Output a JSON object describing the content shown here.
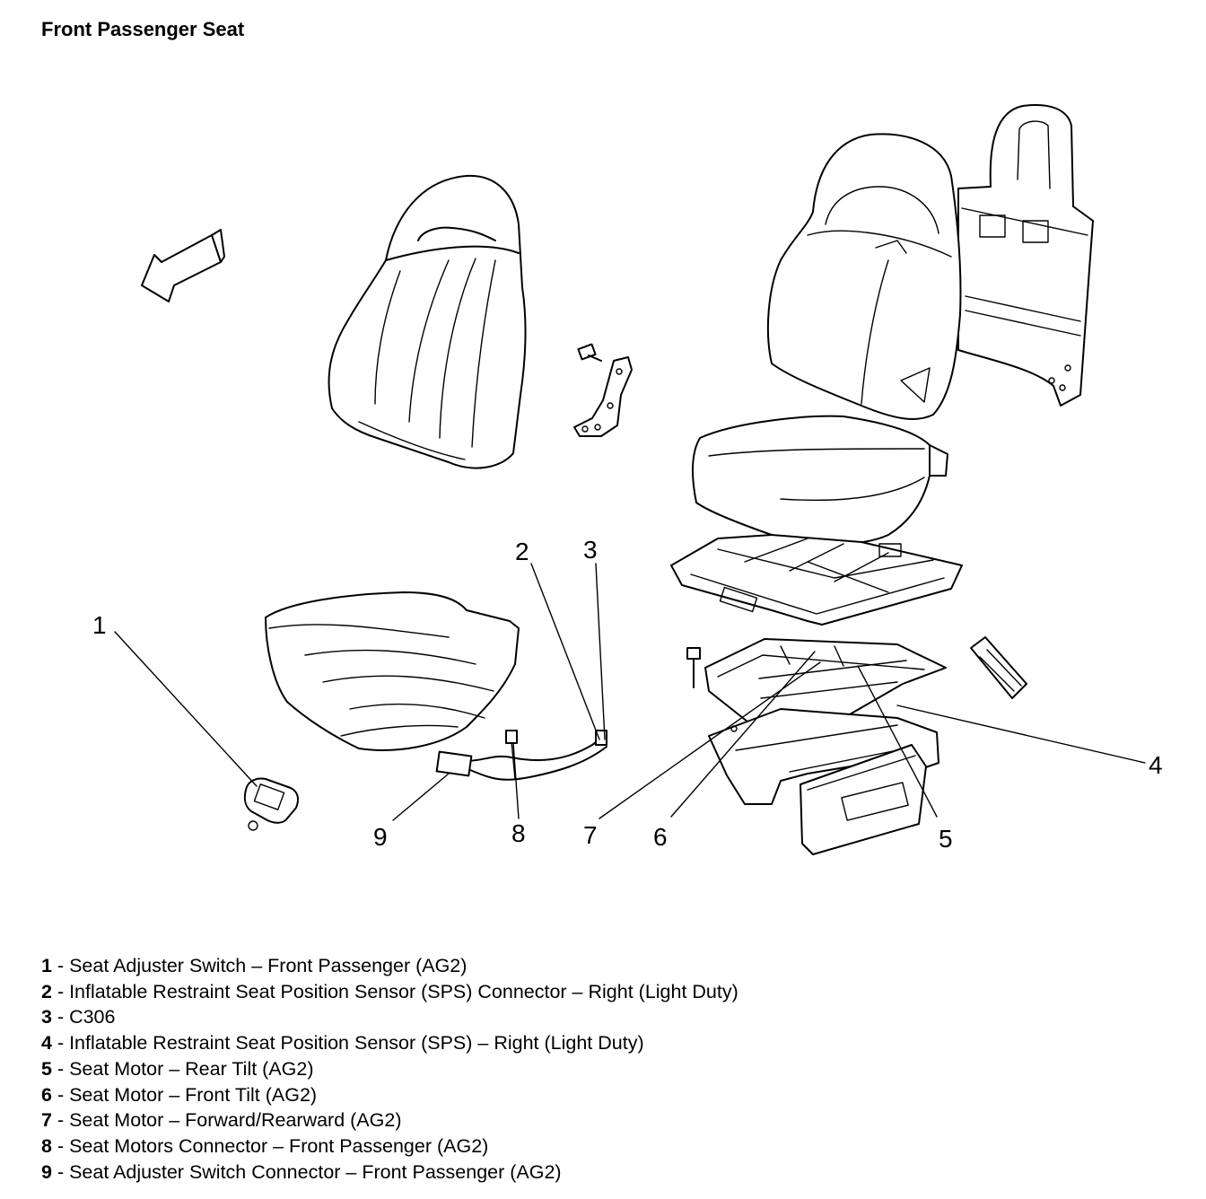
{
  "title": "Front Passenger Seat",
  "callouts": [
    {
      "num": "1"
    },
    {
      "num": "2"
    },
    {
      "num": "3"
    },
    {
      "num": "4"
    },
    {
      "num": "5"
    },
    {
      "num": "6"
    },
    {
      "num": "7"
    },
    {
      "num": "8"
    },
    {
      "num": "9"
    }
  ],
  "legend": [
    {
      "num": "1",
      "sep": " - ",
      "text": "Seat Adjuster Switch – Front Passenger (AG2)"
    },
    {
      "num": "2",
      "sep": " - ",
      "text": "Inflatable Restraint Seat Position Sensor (SPS) Connector – Right (Light Duty)"
    },
    {
      "num": "3",
      "sep": " - ",
      "text": "C306"
    },
    {
      "num": "4",
      "sep": " - ",
      "text": "Inflatable Restraint Seat Position Sensor (SPS) – Right (Light Duty)"
    },
    {
      "num": "5",
      "sep": " - ",
      "text": "Seat Motor – Rear Tilt (AG2)"
    },
    {
      "num": "6",
      "sep": " - ",
      "text": "Seat Motor – Front Tilt (AG2)"
    },
    {
      "num": "7",
      "sep": " - ",
      "text": "Seat Motor – Forward/Rearward (AG2)"
    },
    {
      "num": "8",
      "sep": " - ",
      "text": "Seat Motors Connector – Front Passenger (AG2)"
    },
    {
      "num": "9",
      "sep": " - ",
      "text": "Seat Adjuster Switch Connector – Front Passenger (AG2)"
    }
  ]
}
